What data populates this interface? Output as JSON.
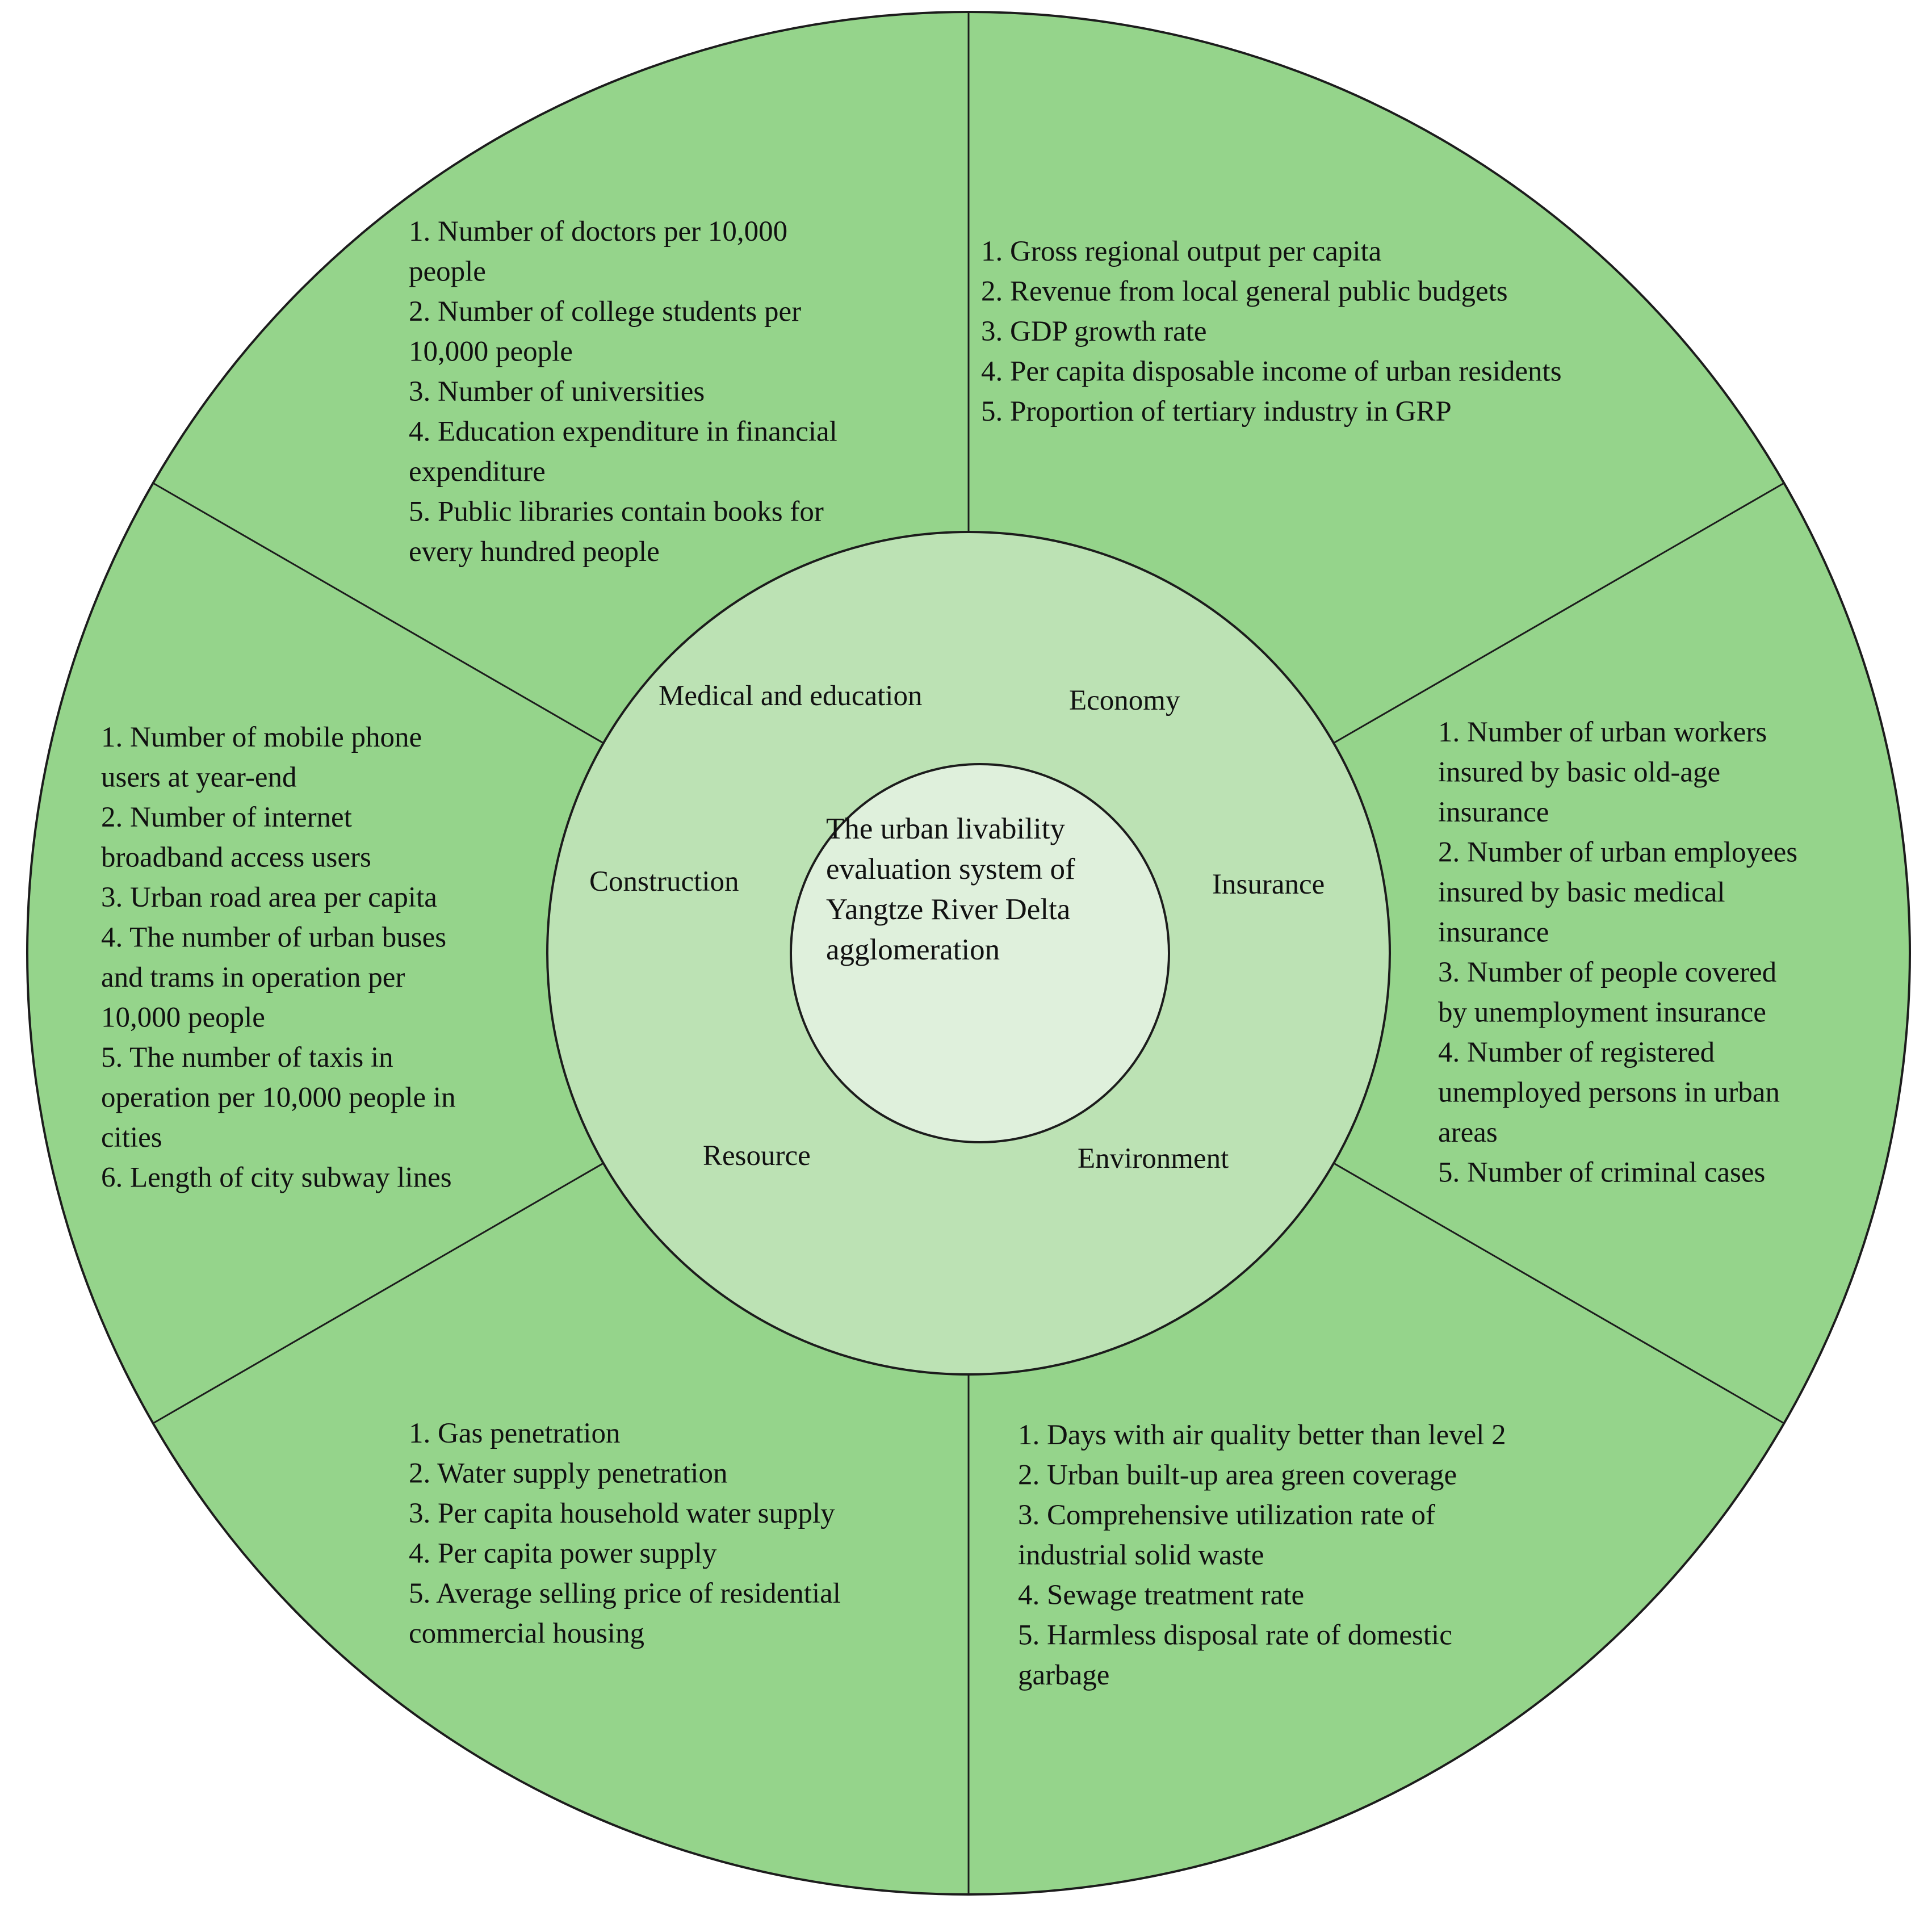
{
  "colors": {
    "outer_ring": "#95d48b",
    "middle_ring": "#bce2b4",
    "center_circle": "#dff0dc",
    "stroke": "#1c1c1c",
    "text": "#111111"
  },
  "center": {
    "lines": [
      "The urban livability",
      "evaluation system of",
      "Yangtze River Delta",
      "agglomeration"
    ]
  },
  "categories": {
    "medical_education": "Medical and education",
    "economy": "Economy",
    "insurance": "Insurance",
    "environment": "Environment",
    "resource": "Resource",
    "construction": "Construction"
  },
  "indicators": {
    "medical_education": [
      "1. Number of doctors per 10,000",
      "people",
      "2. Number of college students per",
      "10,000 people",
      "3. Number of universities",
      "4. Education expenditure in financial",
      "expenditure",
      "5. Public libraries contain books for",
      "every hundred people"
    ],
    "economy": [
      "1. Gross regional output per capita",
      "2. Revenue from local general public budgets",
      "3. GDP growth rate",
      "4. Per capita disposable income of urban residents",
      "5. Proportion of tertiary industry in GRP"
    ],
    "insurance": [
      "1. Number of urban workers",
      "insured by basic old-age",
      "insurance",
      "2. Number of urban employees",
      "insured by basic medical",
      "insurance",
      "3. Number of people covered",
      "by unemployment insurance",
      "4. Number of registered",
      "unemployed persons in urban",
      "areas",
      "5. Number of criminal cases"
    ],
    "environment": [
      "1. Days with air quality better than level 2",
      "2. Urban built-up area green coverage",
      "3. Comprehensive utilization rate of",
      "industrial solid waste",
      "4. Sewage treatment rate",
      "5. Harmless disposal rate of domestic",
      "garbage"
    ],
    "resource": [
      "1. Gas penetration",
      "2. Water supply penetration",
      "3. Per capita household water supply",
      "4. Per capita power supply",
      "5. Average selling price of residential",
      "commercial housing"
    ],
    "construction": [
      "1. Number of mobile phone",
      "users at year-end",
      "2. Number of internet",
      "broadband access users",
      "3. Urban road area per capita",
      "4. The number of urban buses",
      "and trams in operation per",
      "10,000 people",
      "5. The number of taxis in",
      "operation per 10,000 people in",
      "cities",
      "6. Length of city subway lines"
    ]
  }
}
